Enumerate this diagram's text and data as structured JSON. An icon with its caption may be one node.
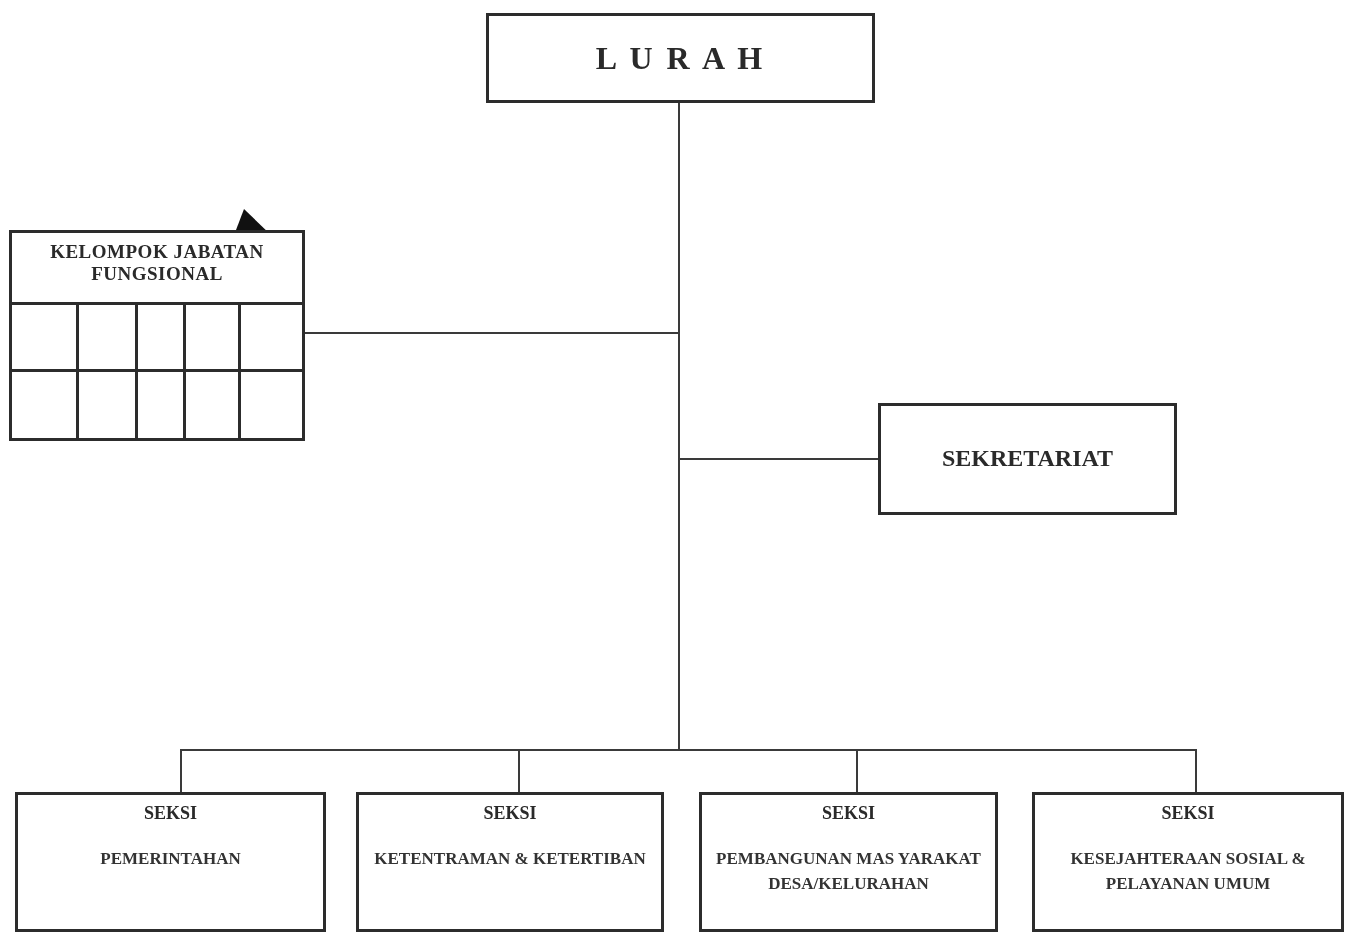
{
  "diagram": {
    "nodes": [
      {
        "text": [
          "L U R A H"
        ]
      },
      {
        "text": [
          "KELOMPOK JABATAN FUNGSIONAL"
        ]
      },
      {
        "text": [
          "SEKRETARIAT"
        ]
      },
      {
        "text": [
          "SEKSI",
          "PEMERINTAHAN"
        ]
      },
      {
        "text": [
          "SEKSI",
          "KETENTRAMAN & KETERTIBAN"
        ]
      },
      {
        "text": [
          "SEKSI",
          "PEMBANGUNAN MAS YARAKAT DESA/KELURAHAN"
        ]
      },
      {
        "text": [
          "SEKSI",
          "KESEJAHTERAAN SOSIAL & PELAYANAN UMUM"
        ]
      }
    ],
    "edges": [
      {
        "from": 0,
        "to": 1,
        "arrow": "none"
      },
      {
        "from": 0,
        "to": 2,
        "arrow": "none"
      },
      {
        "from": 0,
        "to": 3,
        "arrow": "none"
      },
      {
        "from": 0,
        "to": 4,
        "arrow": "none"
      },
      {
        "from": 0,
        "to": 5,
        "arrow": "none"
      },
      {
        "from": 0,
        "to": 6,
        "arrow": "none"
      }
    ]
  }
}
